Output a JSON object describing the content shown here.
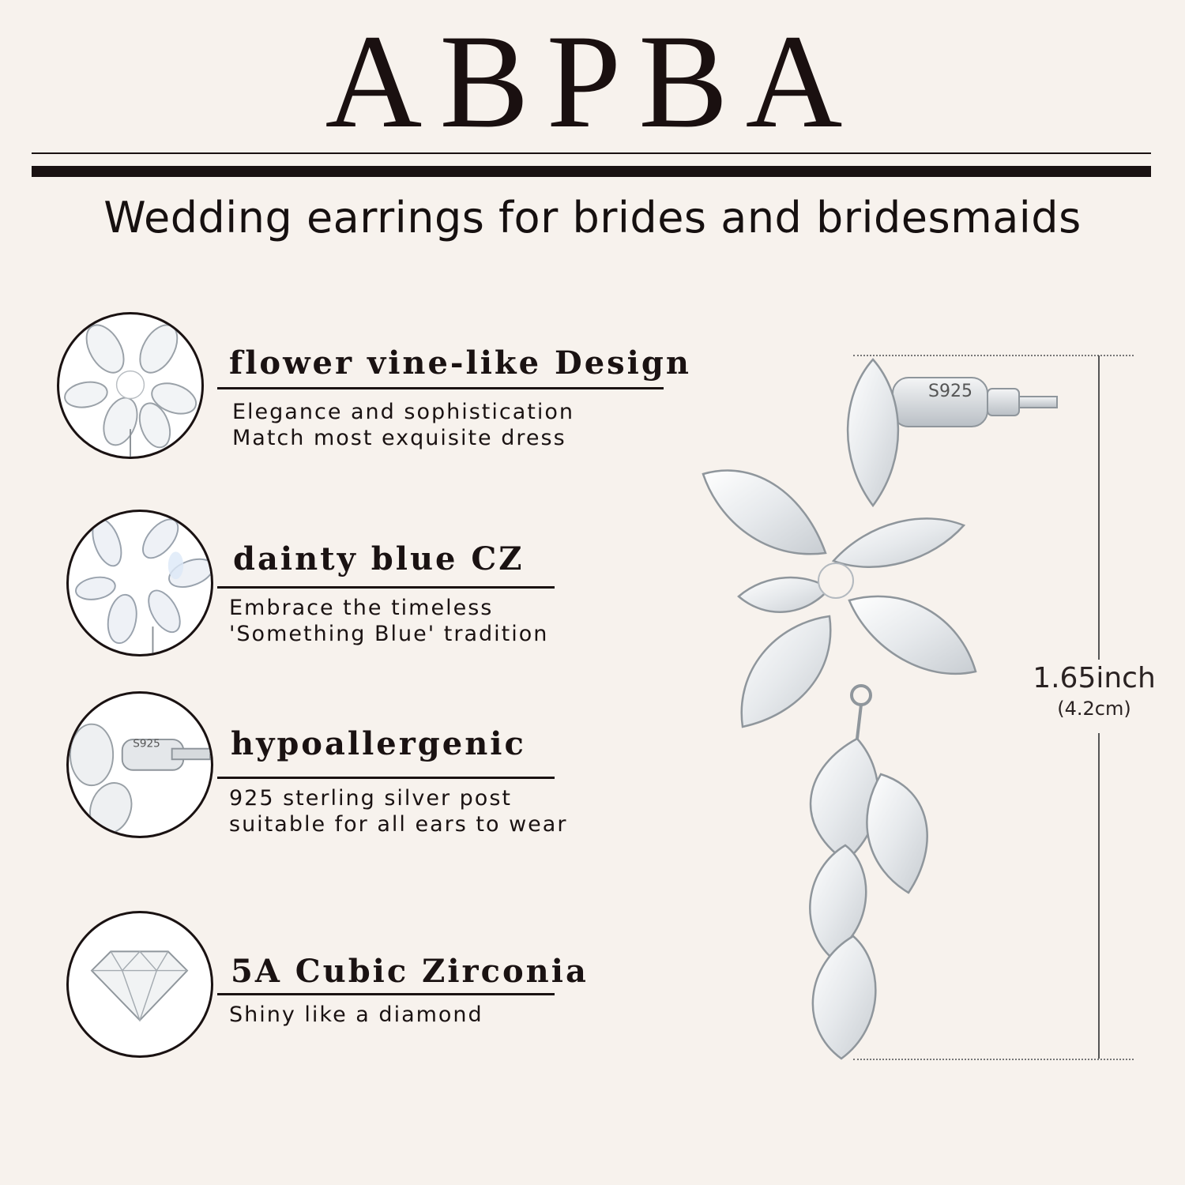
{
  "header": {
    "brand": "ABPBA",
    "tagline": "Wedding earrings for brides and bridesmaids"
  },
  "features": [
    {
      "title": "flower vine-like Design",
      "lines": [
        "Elegance and sophistication",
        "Match most exquisite dress"
      ],
      "icon": "flower-cluster-icon"
    },
    {
      "title": "dainty blue CZ",
      "lines": [
        "Embrace the timeless",
        "'Something Blue' tradition"
      ],
      "icon": "marquise-stones-icon"
    },
    {
      "title": "hypoallergenic",
      "lines": [
        "925 sterling silver post",
        "suitable for all ears to wear"
      ],
      "icon": "s925-post-icon",
      "stamp": "S925"
    },
    {
      "title": "5A Cubic Zirconia",
      "lines": [
        "Shiny like a diamond"
      ],
      "icon": "round-diamond-icon"
    }
  ],
  "product": {
    "stamp": "S925",
    "length_in": "1.65inch",
    "length_cm": "(4.2cm)"
  },
  "colors": {
    "background": "#f7f2ed",
    "ink": "#1a1212",
    "silver": "#c9cdd2"
  }
}
